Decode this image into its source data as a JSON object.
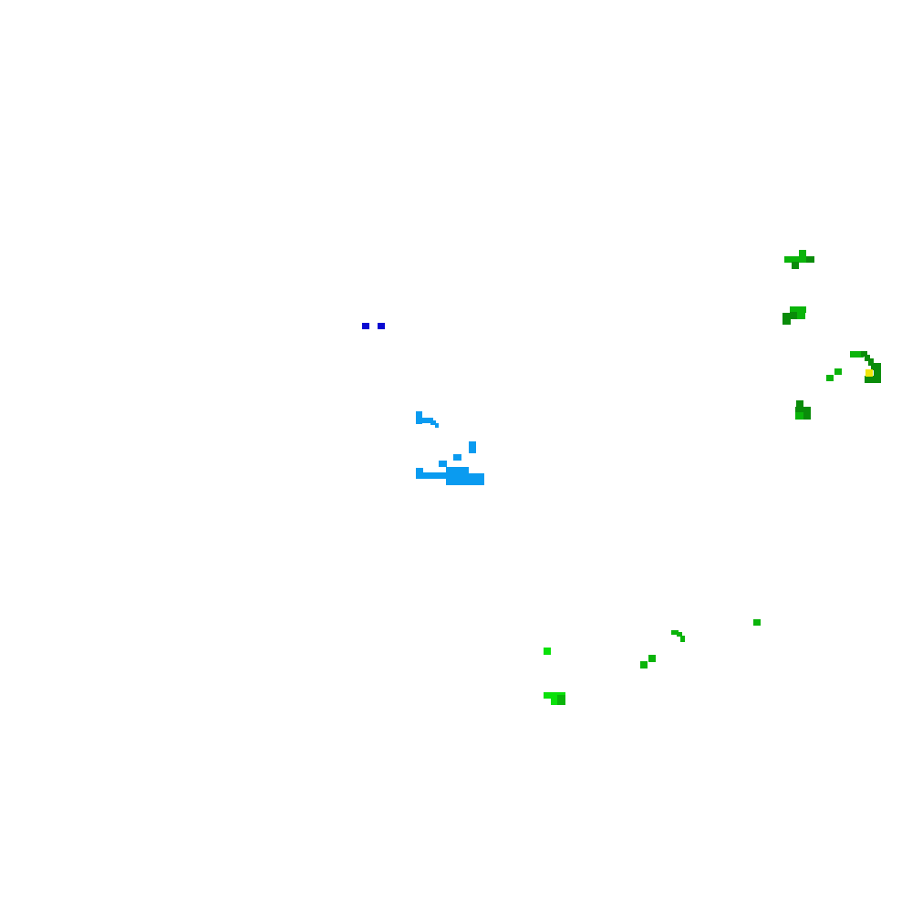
{
  "map": {
    "background": "#ffffff",
    "palette": {
      "dark_blue": "#0a0ad2",
      "light_blue": "#0a9bf0",
      "dark_green": "#0a8c0a",
      "green": "#0ab40a",
      "bright_green": "#0ae10a",
      "yellow": "#f0e60a"
    },
    "clusters": [
      {
        "name": "dark-blue-echo",
        "color_key": "dark_blue"
      },
      {
        "name": "light-blue-echo",
        "color_key": "light_blue"
      },
      {
        "name": "green-echo-north",
        "color_key": "green"
      },
      {
        "name": "green-echo-east",
        "color_key": "dark_green"
      },
      {
        "name": "yellow-echo",
        "color_key": "yellow"
      },
      {
        "name": "bright-green-echo-south",
        "color_key": "bright_green"
      }
    ]
  }
}
